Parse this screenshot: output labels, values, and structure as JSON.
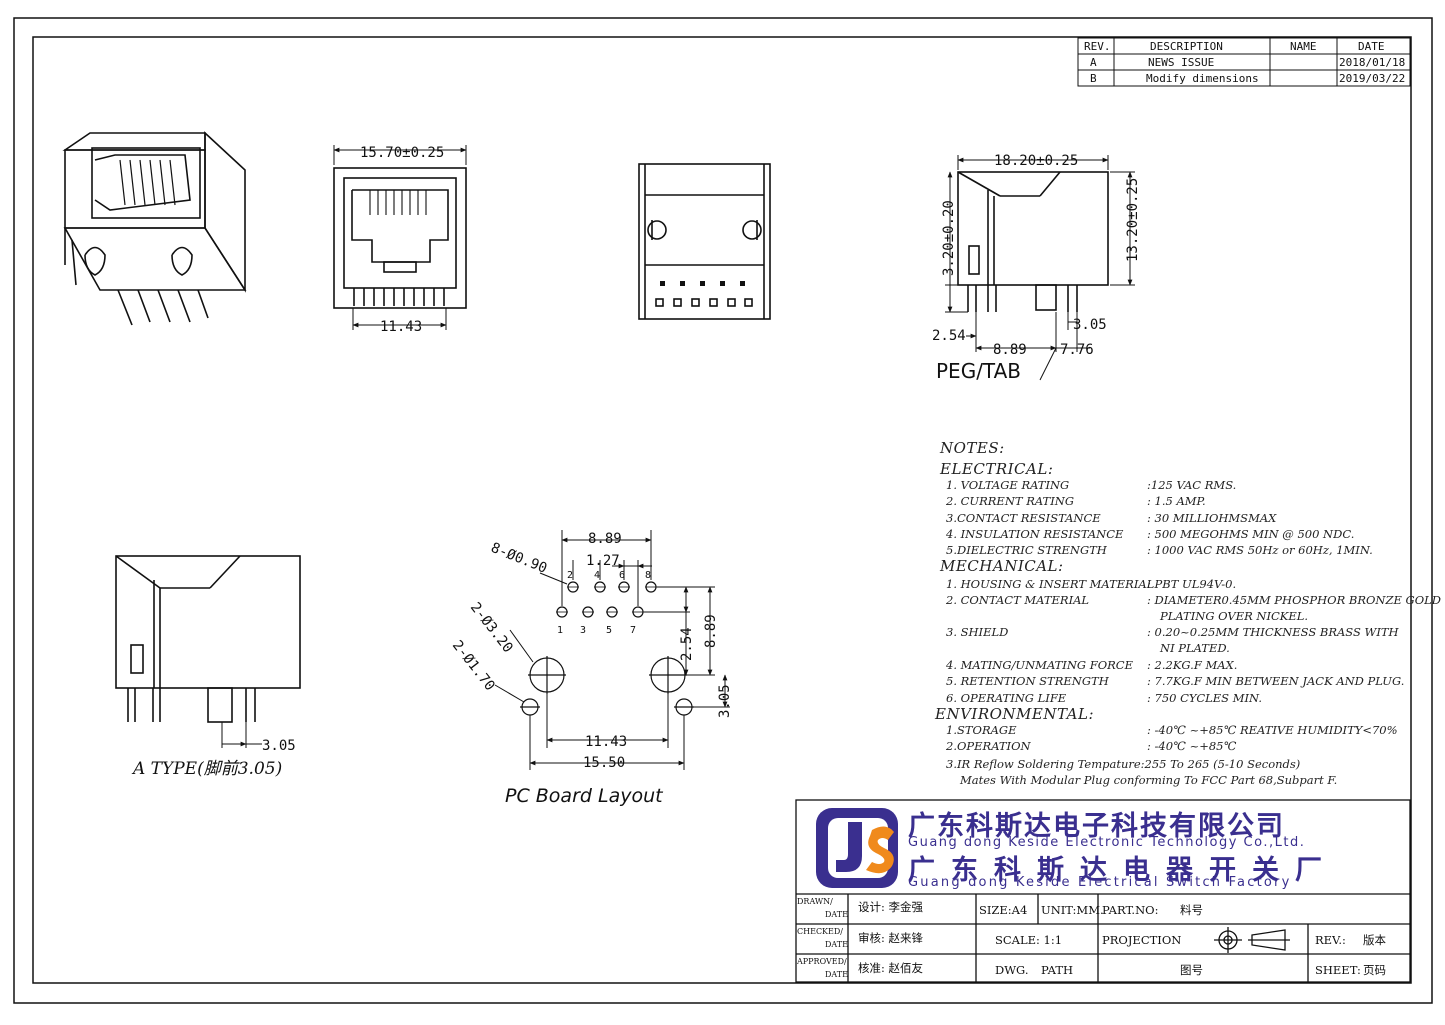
{
  "revision_table": {
    "headers": [
      "REV.",
      "DESCRIPTION",
      "NAME",
      "DATE"
    ],
    "rows": [
      [
        "A",
        "NEWS ISSUE",
        "",
        "2018/01/18"
      ],
      [
        "B",
        "Modify dimensions",
        "",
        "2019/03/22"
      ]
    ]
  },
  "front_view": {
    "width_dim": "15.70±0.25",
    "pin_dim": "11.43"
  },
  "side_view": {
    "length_dim": "18.20±0.25",
    "height_dim": "13.20±0.25",
    "height_small_dim": "3.20±0.20",
    "pin_left_dim": "2.54",
    "pin_offset_dim": "3.05",
    "pin_span_a": "8.89",
    "pin_span_b": "7.76",
    "label": "PEG/TAB"
  },
  "a_type_view": {
    "dim": "3.05",
    "label": "A TYPE(脚前3.05)"
  },
  "pcb_layout": {
    "dim_top": "8.89",
    "dim_pitch": "1.27",
    "hole_small": "8-Ø0.90",
    "hole_large": "2-Ø3.20",
    "hole_peg": "2-Ø1.70",
    "dim_254": "2.54",
    "dim_889v": "8.89",
    "dim_305": "3.05",
    "dim_1143": "11.43",
    "dim_1550": "15.50",
    "pin_top": [
      "2",
      "4",
      "6",
      "8"
    ],
    "pin_bottom": [
      "1",
      "3",
      "5",
      "7"
    ],
    "title": "PC Board Layout"
  },
  "notes": {
    "title": "NOTES:",
    "electrical_title": "ELECTRICAL:",
    "electrical": [
      [
        "1. VOLTAGE RATING",
        ":125 VAC RMS."
      ],
      [
        "2. CURRENT RATING",
        ": 1.5 AMP."
      ],
      [
        "3.CONTACT RESISTANCE",
        ": 30 MILLIOHMSMAX"
      ],
      [
        "4. INSULATION RESISTANCE",
        ": 500 MEGOHMS MIN @ 500  NDC."
      ],
      [
        "5.DIELECTRIC STRENGTH",
        ": 1000 VAC RMS 50Hz  or 60Hz, 1MIN."
      ]
    ],
    "mechanical_title": "MECHANICAL:",
    "mechanical": [
      [
        "1. HOUSING & INSERT MATERIAL",
        ": PBT UL94V-0."
      ],
      [
        "2. CONTACT MATERIAL",
        ": DIAMETER0.45MM PHOSPHOR BRONZE GOLD"
      ],
      [
        "",
        "PLATING OVER NICKEL."
      ],
      [
        "3. SHIELD",
        ": 0.20~0.25MM THICKNESS BRASS WITH"
      ],
      [
        "",
        "NI PLATED."
      ],
      [
        "4. MATING/UNMATING FORCE",
        ": 2.2KG.F MAX."
      ],
      [
        "5. RETENTION STRENGTH",
        ": 7.7KG.F MIN BETWEEN JACK AND PLUG."
      ],
      [
        "6. OPERATING LIFE",
        ":  750 CYCLES MIN."
      ]
    ],
    "environmental_title": "ENVIRONMENTAL:",
    "environmental": [
      [
        "1.STORAGE",
        ": -40℃ ~+85℃ REATIVE HUMIDITY<70%"
      ],
      [
        "2.OPERATION",
        ": -40℃ ~+85℃"
      ]
    ],
    "reflow_1": "3.IR Reflow Soldering Tempature:255 To 265 (5-10 Seconds)",
    "reflow_2": "Mates With Modular Plug conforming To FCC Part 68,Subpart F."
  },
  "company": {
    "cn_name_1": "广东科斯达电子科技有限公司",
    "en_name_1": "Guang dong Keside  Electronic Technology Co.,Ltd.",
    "cn_name_2": "广东科斯达电器开关厂",
    "en_name_2": "Guang dong Keside Electrical Switch Factory",
    "logo_colors": {
      "blue": "#3a2f8f",
      "orange": "#f08a1c"
    }
  },
  "title_block": {
    "drawn_label": "DRAWN/",
    "checked_label": "CHECKED/",
    "approved_label": "APPROVED/",
    "date_label": "DATE",
    "design": "设计: 李金强",
    "review": "审核: 赵来锋",
    "approve": "核准: 赵佰友",
    "size": "SIZE:A4",
    "unit": "UNIT:MM.",
    "part_no_label": "PART.NO:",
    "part_no_value": "料号",
    "scale": "SCALE: 1:1",
    "projection": "PROJECTION",
    "rev_label": "REV.:",
    "rev_value": "版本",
    "dwg": "DWG.",
    "path": "PATH",
    "drawing_no": "图号",
    "sheet_label": "SHEET:",
    "sheet_value": "页码"
  }
}
